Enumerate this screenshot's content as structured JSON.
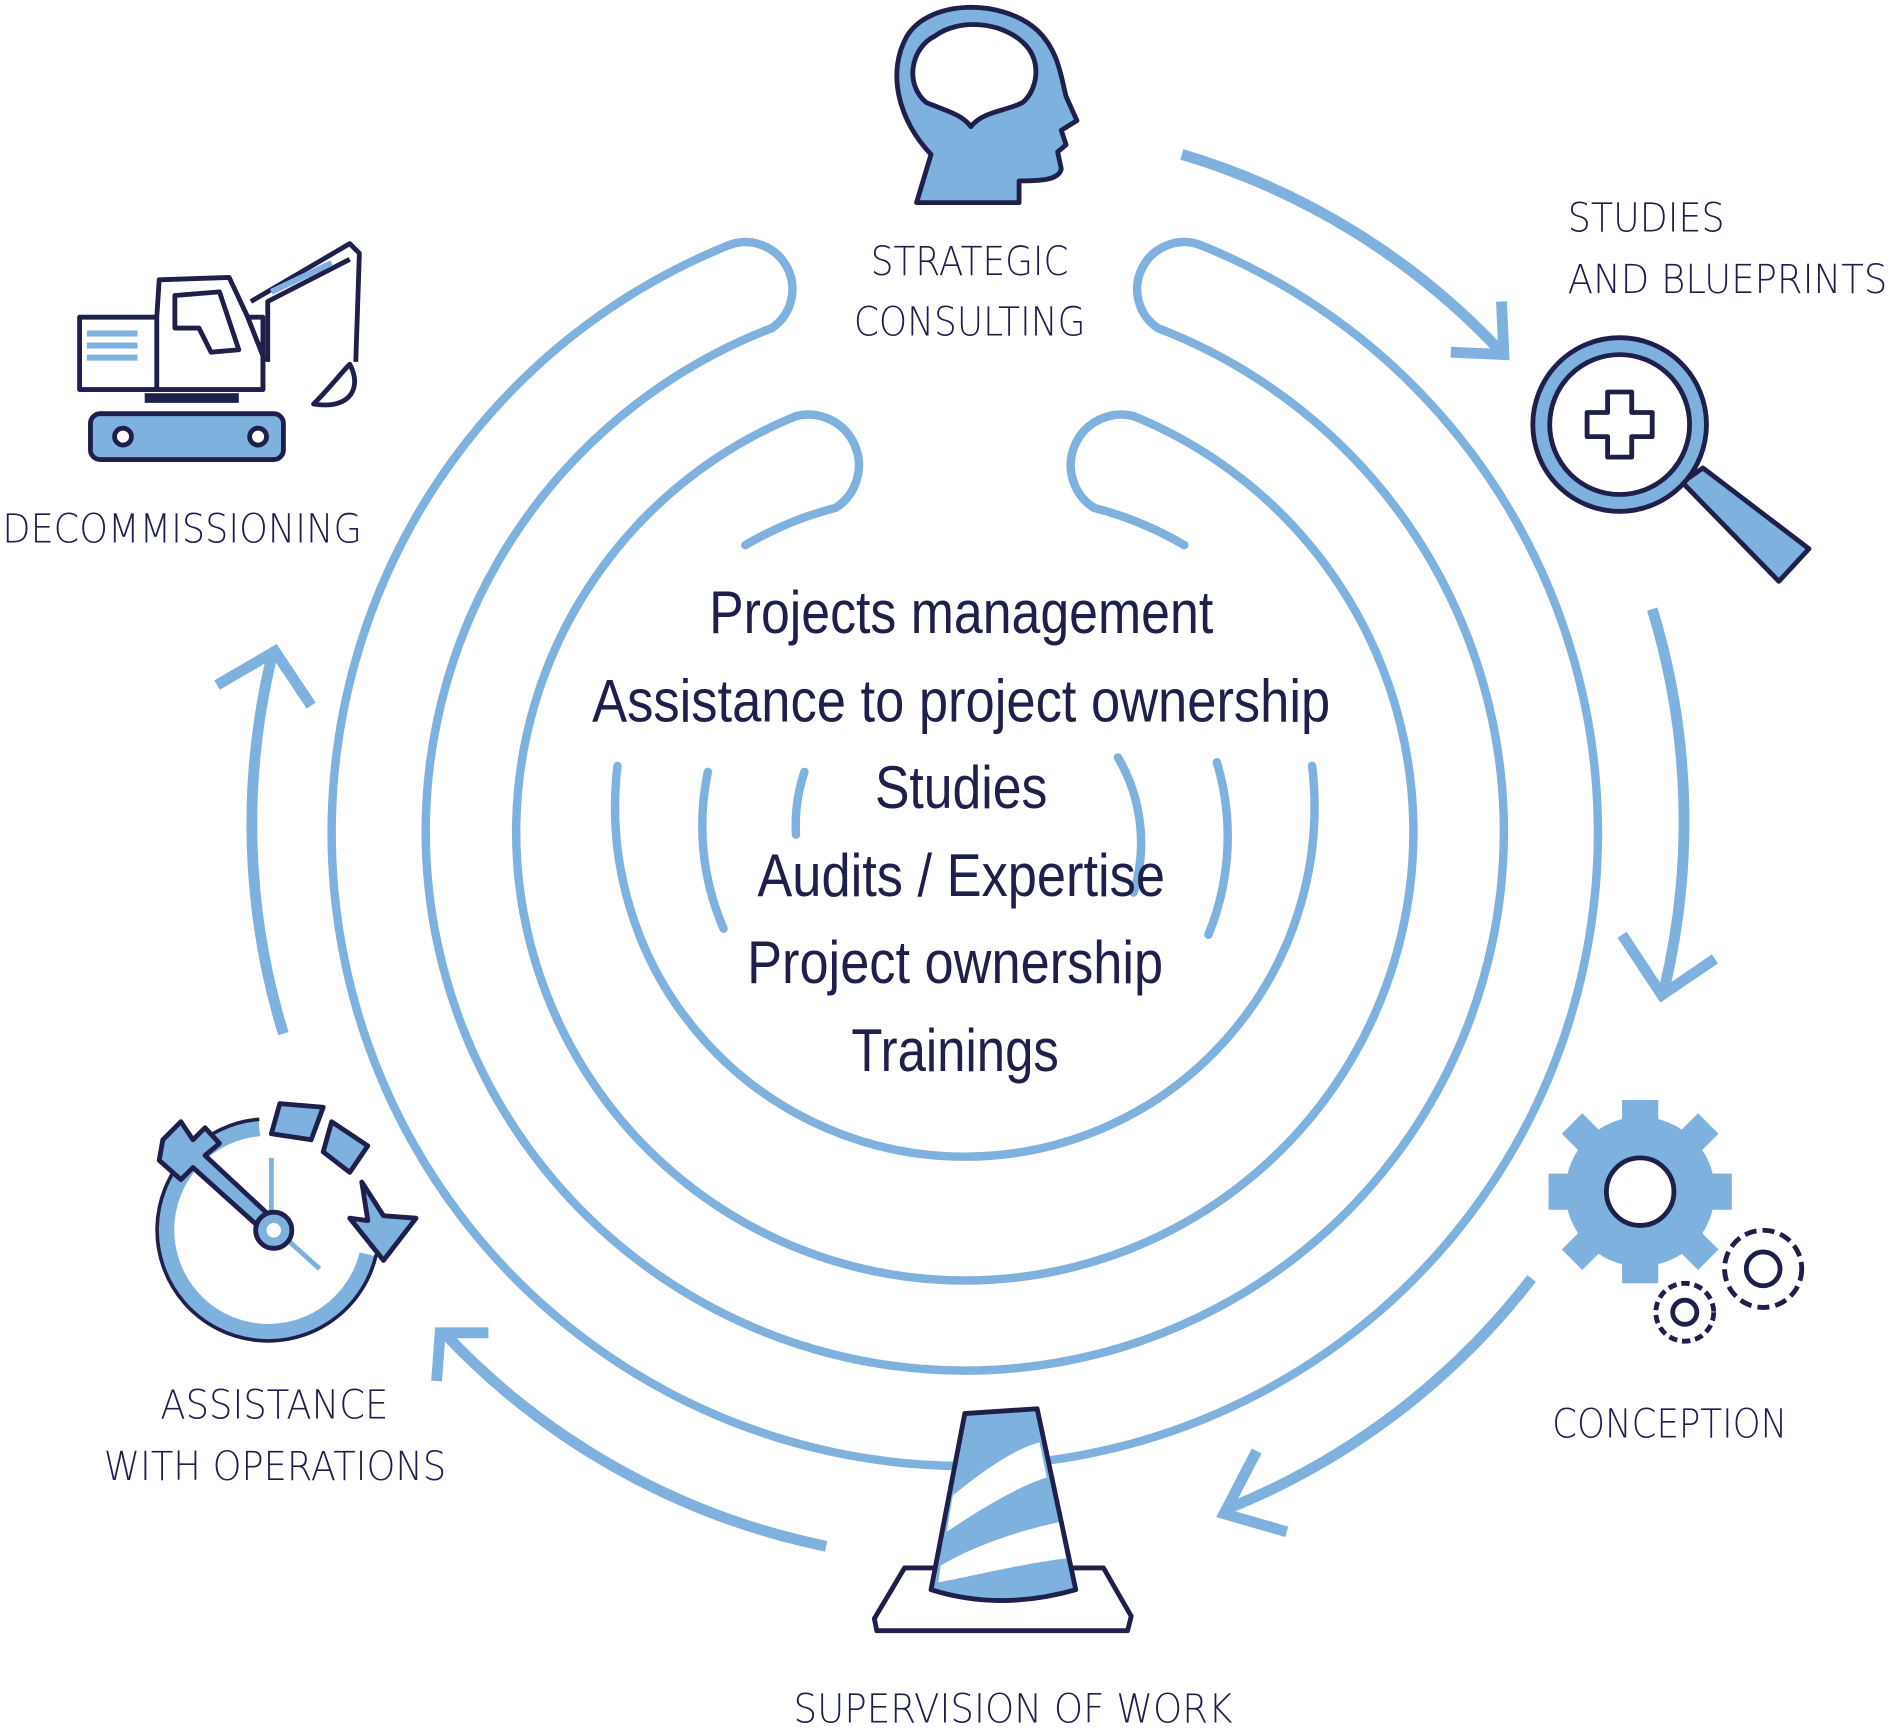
{
  "colors": {
    "accent": "#7fb1de",
    "ink": "#1e1f4b"
  },
  "center_list": [
    "Projects management",
    "Assistance to project ownership",
    "Studies",
    "Audits / Expertise",
    "Project ownership",
    "Trainings"
  ],
  "stages": {
    "strategic": {
      "line1": "STRATEGIC",
      "line2": "CONSULTING",
      "icon": "head-brain-icon"
    },
    "studies": {
      "line1": "STUDIES",
      "line2": "AND BLUEPRINTS",
      "icon": "magnifier-plus-icon"
    },
    "conception": {
      "line1": "CONCEPTION",
      "icon": "gears-icon"
    },
    "supervision": {
      "line1": "SUPERVISION OF WORK",
      "icon": "traffic-cone-icon"
    },
    "assistance": {
      "line1": "ASSISTANCE",
      "line2": "WITH OPERATIONS",
      "icon": "wrench-clock-icon"
    },
    "decommissioning": {
      "line1": "DECOMMISSIONING",
      "icon": "excavator-icon"
    }
  }
}
